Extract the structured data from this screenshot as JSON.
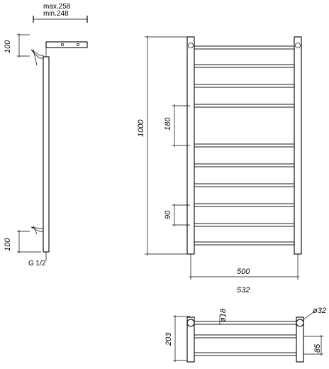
{
  "side_view": {
    "max_depth": "max.258",
    "min_depth": "min.248",
    "top_offset": "100",
    "bottom_offset": "100",
    "thread": "G 1/2"
  },
  "front_view": {
    "total_height": "1000",
    "rung_spacing_large": "180",
    "rung_spacing_small": "90",
    "inner_width": "500",
    "outer_width": "532"
  },
  "top_view": {
    "rung_diameter": "ø18",
    "pipe_diameter": "ø32",
    "depth": "203",
    "shelf_spacing": "85"
  },
  "colors": {
    "line": "#000000",
    "background": "#ffffff"
  }
}
